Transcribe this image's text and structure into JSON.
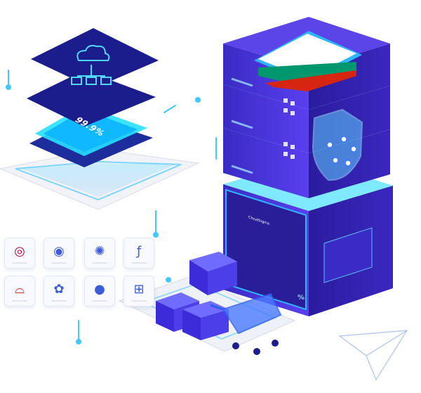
{
  "hero": {
    "uptime_label": "99.9%",
    "brand_label": "CloudSigma",
    "percent_label": "%"
  },
  "flag": {
    "colors": [
      "#ffffff",
      "#00966e",
      "#d62612"
    ]
  },
  "os_icons": [
    {
      "name": "debian",
      "glyph": "◎",
      "color": "#c7003f"
    },
    {
      "name": "ubuntu",
      "glyph": "◉",
      "color": "#3b5bdb"
    },
    {
      "name": "almalinux",
      "glyph": "✺",
      "color": "#3b5bdb"
    },
    {
      "name": "fedora",
      "glyph": "ƒ",
      "color": "#3b5bdb"
    },
    {
      "name": "redhat",
      "glyph": "⌓",
      "color": "#d32f2f"
    },
    {
      "name": "rockylinux",
      "glyph": "✿",
      "color": "#3b5bdb"
    },
    {
      "name": "freebsd",
      "glyph": "●",
      "color": "#3b5bdb"
    },
    {
      "name": "windows",
      "glyph": "⊞",
      "color": "#3b5bdb"
    }
  ],
  "colors": {
    "server_dark": "#2b1fa8",
    "server_mid": "#4a34d8",
    "server_light": "#6f58ff",
    "cyan": "#33c8ff",
    "navy": "#1c1d8c"
  }
}
